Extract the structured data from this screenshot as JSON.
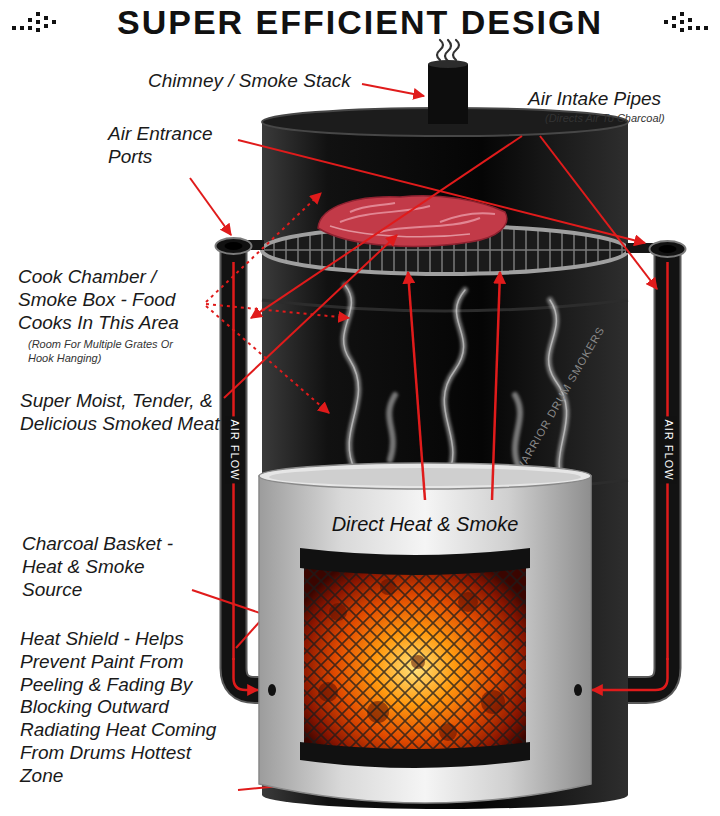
{
  "diagram": {
    "title": "SUPER EFFICIENT DESIGN",
    "nodes": [
      {
        "text": [
          "AIR FLOW"
        ]
      },
      {
        "text": [
          "AIR FLOW"
        ]
      },
      {
        "text": [
          "Direct Heat & Smoke"
        ]
      }
    ],
    "edges": [
      {
        "from": 0,
        "to": 2,
        "arrow": "to"
      },
      {
        "from": 1,
        "to": 2,
        "arrow": "to"
      }
    ],
    "labels": [
      "Chimney / Smoke Stack",
      "Air Intake Pipes",
      "(Directs Air To Charcoal)",
      "Air Entrance Ports",
      "Cook Chamber / Smoke Box - Food Cooks In This Area",
      "(Room For Multiple Grates Or Hook Hanging)",
      "Super Moist, Tender, & Delicious Smoked Meat",
      "Charcoal Basket - Heat & Smoke Source",
      "Heat Shield - Helps Prevent Paint From Peeling & Fading By Blocking Outward Radiating Heat Coming From Drums Hottest Zone",
      "WARRIOR DRUM SMOKERS"
    ]
  }
}
